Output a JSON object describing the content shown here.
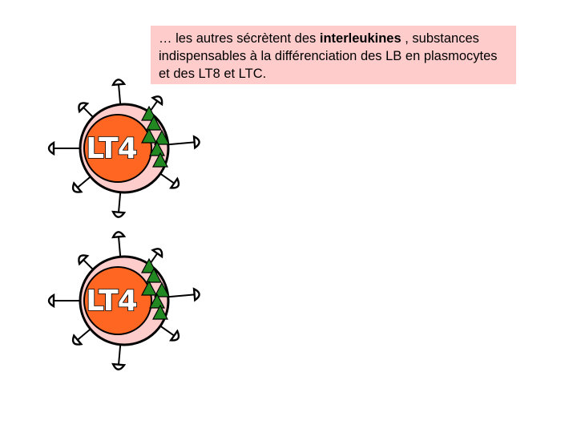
{
  "caption": {
    "before": "… les autres sécrètent des ",
    "bold": "interleukines",
    "after": " , substances indispensables à la différenciation des LB en plasmocytes et des LT8 et LTC."
  },
  "cells": [
    {
      "label": "LT4"
    },
    {
      "label": "LT4"
    }
  ],
  "colors": {
    "caption_bg": "#ffcccc",
    "membrane": "#ffcccc",
    "nucleus": "#ff6622",
    "interleukin": "#228822"
  }
}
